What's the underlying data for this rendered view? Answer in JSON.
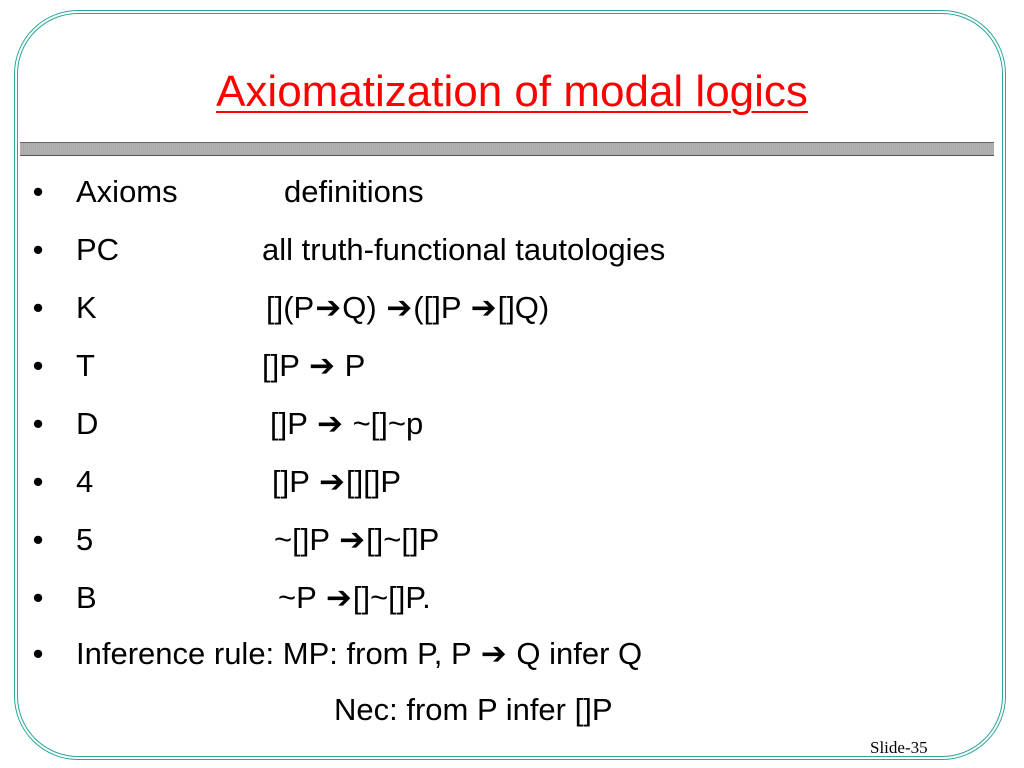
{
  "slide": {
    "title": "Axiomatization of modal logics",
    "footer": "Slide-35"
  },
  "items": [
    {
      "term": "Axioms",
      "parts": [
        "definitions"
      ]
    },
    {
      "term": "PC",
      "parts": [
        "all truth-functional tautologies"
      ]
    },
    {
      "term": "K",
      "parts": [
        "[](P",
        "Q) ",
        "([]P ",
        "[]Q)"
      ]
    },
    {
      "term": "T",
      "parts": [
        "[]P ",
        " P"
      ]
    },
    {
      "term": "D",
      "parts": [
        "[]P ",
        " ~[]~p"
      ]
    },
    {
      "term": "4",
      "parts": [
        "[]P ",
        "[][]P"
      ]
    },
    {
      "term": "5",
      "parts": [
        "~[]P ",
        "[]~[]P"
      ]
    },
    {
      "term": "B",
      "parts": [
        "~P ",
        "[]~[]P."
      ]
    },
    {
      "term": "Inference rule: MP: from P, P ",
      "parts": [
        " Q infer Q"
      ]
    }
  ],
  "continuation": "Nec: from P infer []P",
  "arrow_glyph": "➔"
}
